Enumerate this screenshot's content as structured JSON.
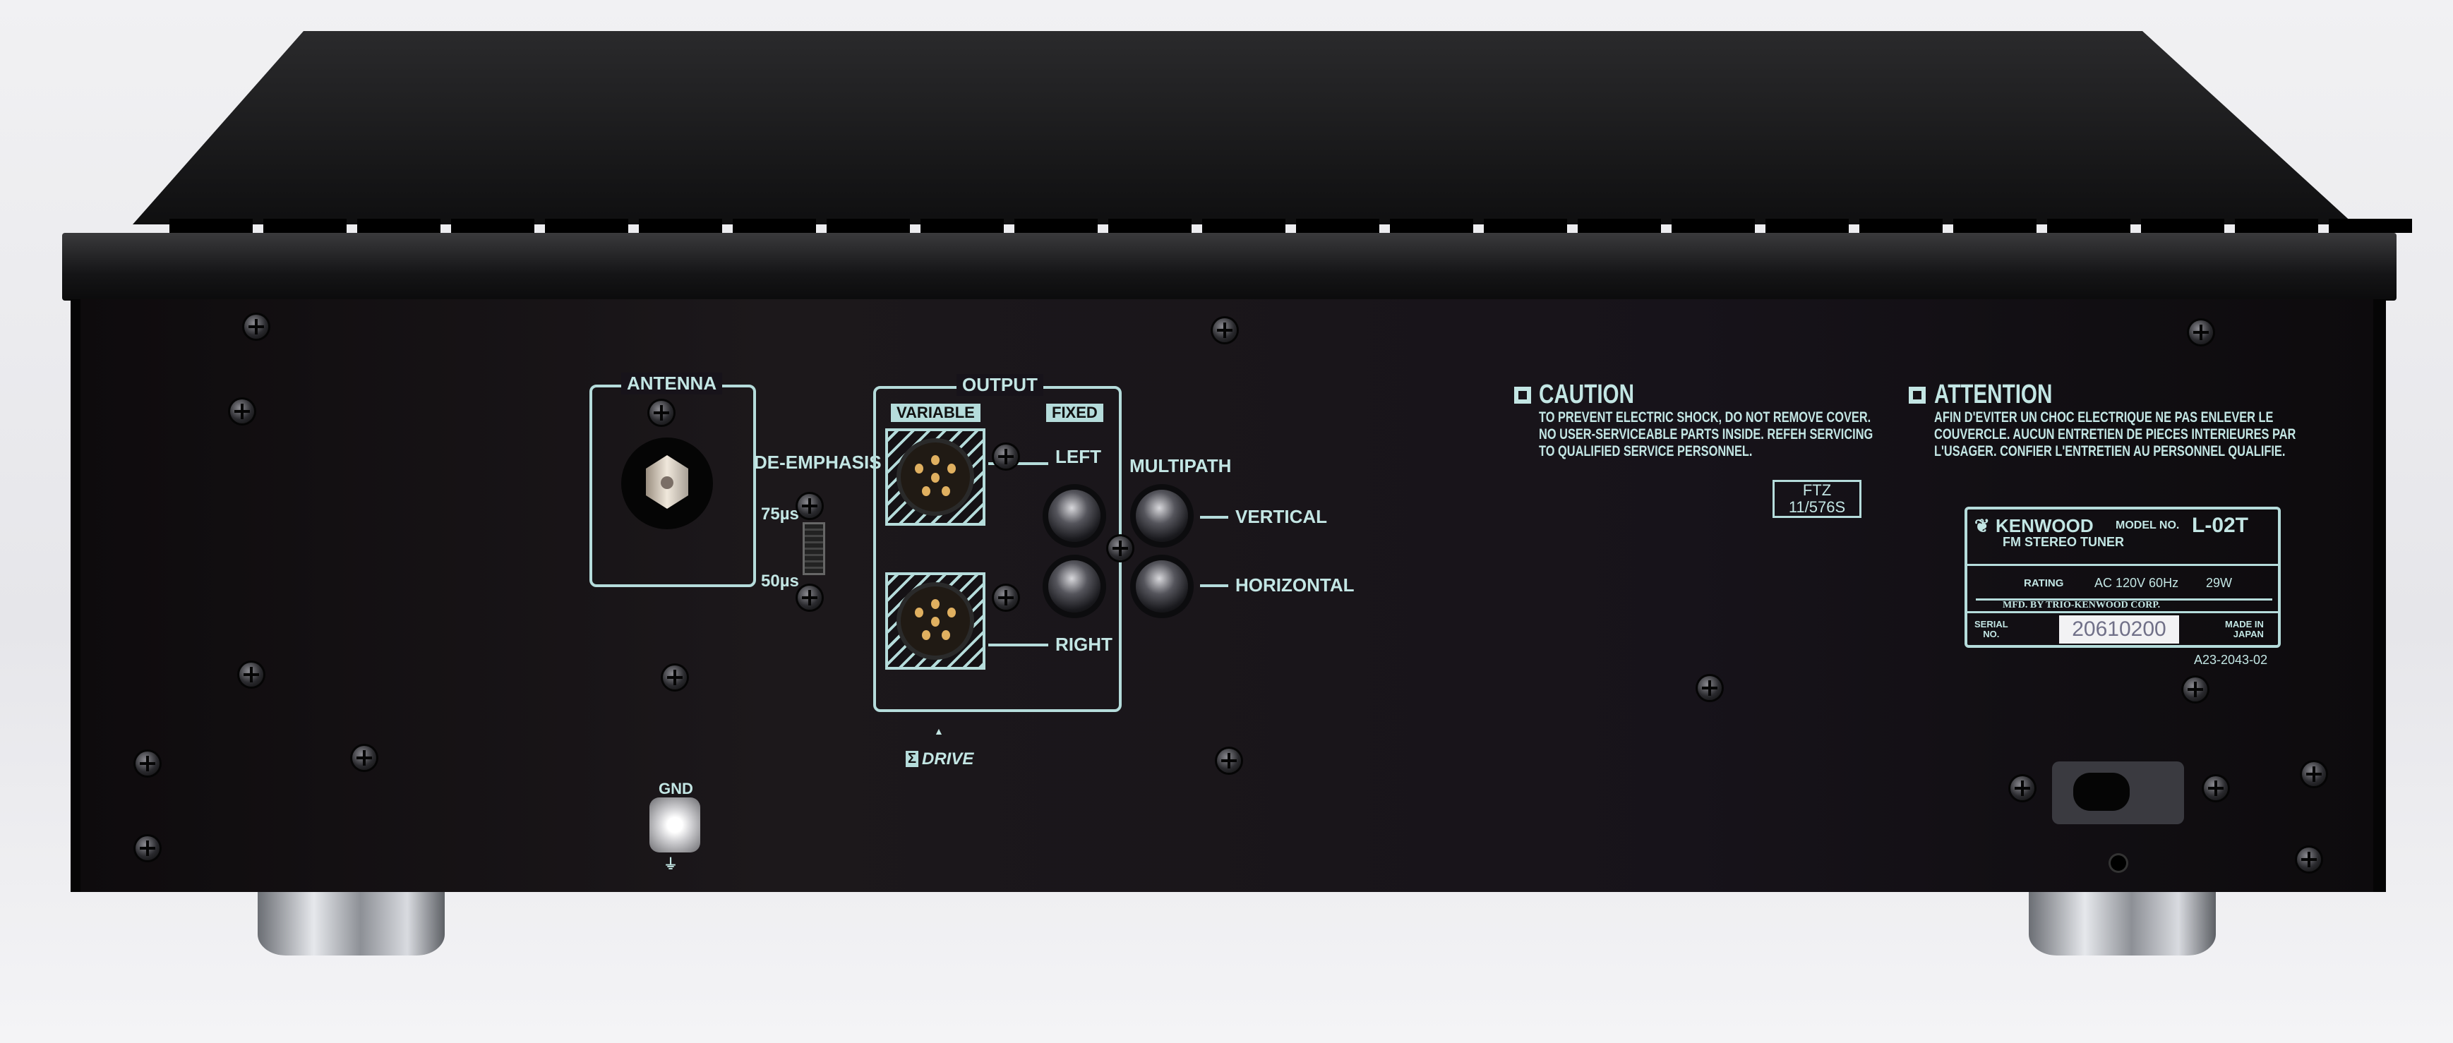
{
  "antenna": {
    "label": "ANTENNA"
  },
  "de_emphasis": {
    "label": "DE-EMPHASIS",
    "opt_a": "75µs",
    "opt_b": "50µs"
  },
  "output": {
    "label": "OUTPUT",
    "variable": "VARIABLE",
    "fixed": "FIXED",
    "left": "LEFT",
    "right": "RIGHT"
  },
  "multipath": {
    "label": "MULTIPATH",
    "vertical": "VERTICAL",
    "horizontal": "HORIZONTAL"
  },
  "drive": {
    "label": "DRIVE",
    "symbol": "Σ",
    "marker": "▲"
  },
  "gnd": {
    "label": "GND"
  },
  "caution": {
    "title": "CAUTION",
    "lines": [
      "TO PREVENT ELECTRIC SHOCK, DO NOT REMOVE COVER.",
      "NO USER-SERVICEABLE PARTS INSIDE. REFEH SERVICING",
      "TO QUALIFIED SERVICE PERSONNEL."
    ]
  },
  "attention": {
    "title": "ATTENTION",
    "lines": [
      "AFIN D'EVITER UN CHOC ELECTRIQUE NE PAS ENLEVER LE",
      "COUVERCLE. AUCUN ENTRETIEN DE PIECES INTERIEURES PAR",
      "L'USAGER. CONFIER L'ENTRETIEN AU PERSONNEL QUALIFIE."
    ]
  },
  "ftz": {
    "line1": "FTZ",
    "line2": "11/576S"
  },
  "plate": {
    "brand": "KENWOOD",
    "model_label": "MODEL NO.",
    "model": "L-02T",
    "type": "FM STEREO TUNER",
    "rating_label": "RATING",
    "rating": "AC 120V 60Hz",
    "power": "29W",
    "mfd": "MFD. BY  TRIO-KENWOOD CORP.",
    "serial_label_1": "SERIAL",
    "serial_label_2": "NO.",
    "serial": "20610200",
    "origin_1": "MADE IN",
    "origin_2": "JAPAN"
  },
  "part_number": "A23-2043-02",
  "colors": {
    "print": "#c3e6e4",
    "panel": "#17131a"
  }
}
